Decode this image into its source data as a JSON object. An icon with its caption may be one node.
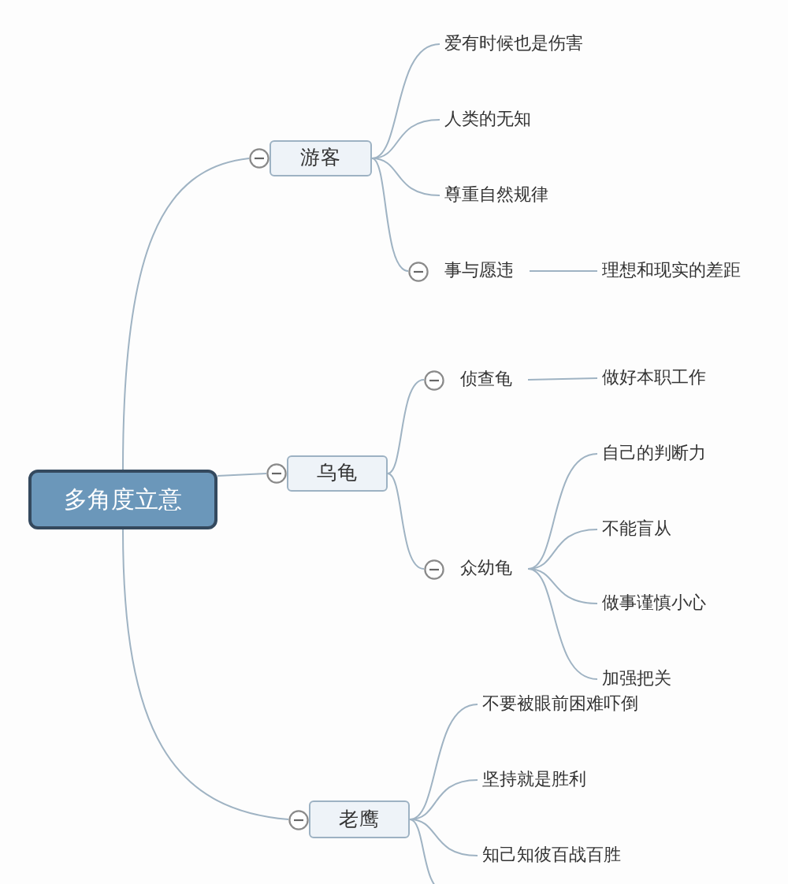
{
  "diagram": {
    "nodes": [
      {
        "text": [
          "多角度立意"
        ]
      },
      {
        "text": [
          "游客"
        ]
      },
      {
        "text": [
          "爱有时候也是伤害"
        ]
      },
      {
        "text": [
          "人类的无知"
        ]
      },
      {
        "text": [
          "尊重自然规律"
        ]
      },
      {
        "text": [
          "事与愿违"
        ]
      },
      {
        "text": [
          "理想和现实的差距"
        ]
      },
      {
        "text": [
          "乌龟"
        ]
      },
      {
        "text": [
          "侦查龟"
        ]
      },
      {
        "text": [
          "做好本职工作"
        ]
      },
      {
        "text": [
          "众幼龟"
        ]
      },
      {
        "text": [
          "自己的判断力"
        ]
      },
      {
        "text": [
          "不能盲从"
        ]
      },
      {
        "text": [
          "做事谨慎小心"
        ]
      },
      {
        "text": [
          "加强把关"
        ]
      },
      {
        "text": [
          "老鹰"
        ]
      },
      {
        "text": [
          "不要被眼前困难吓倒"
        ]
      },
      {
        "text": [
          "坚持就是胜利"
        ]
      },
      {
        "text": [
          "知己知彼百战百胜"
        ]
      }
    ],
    "edges": [
      {
        "from": 0,
        "to": 1,
        "arrow": "none"
      },
      {
        "from": 0,
        "to": 7,
        "arrow": "none"
      },
      {
        "from": 0,
        "to": 15,
        "arrow": "none"
      },
      {
        "from": 1,
        "to": 2,
        "arrow": "none"
      },
      {
        "from": 1,
        "to": 3,
        "arrow": "none"
      },
      {
        "from": 1,
        "to": 4,
        "arrow": "none"
      },
      {
        "from": 1,
        "to": 5,
        "arrow": "none"
      },
      {
        "from": 5,
        "to": 6,
        "arrow": "none"
      },
      {
        "from": 7,
        "to": 8,
        "arrow": "none"
      },
      {
        "from": 7,
        "to": 10,
        "arrow": "none"
      },
      {
        "from": 8,
        "to": 9,
        "arrow": "none"
      },
      {
        "from": 10,
        "to": 11,
        "arrow": "none"
      },
      {
        "from": 10,
        "to": 12,
        "arrow": "none"
      },
      {
        "from": 10,
        "to": 13,
        "arrow": "none"
      },
      {
        "from": 10,
        "to": 14,
        "arrow": "none"
      },
      {
        "from": 15,
        "to": 16,
        "arrow": "none"
      },
      {
        "from": 15,
        "to": 17,
        "arrow": "none"
      },
      {
        "from": 15,
        "to": 18,
        "arrow": "none"
      },
      {
        "from": 15,
        "to": null,
        "arrow": "none"
      }
    ]
  }
}
